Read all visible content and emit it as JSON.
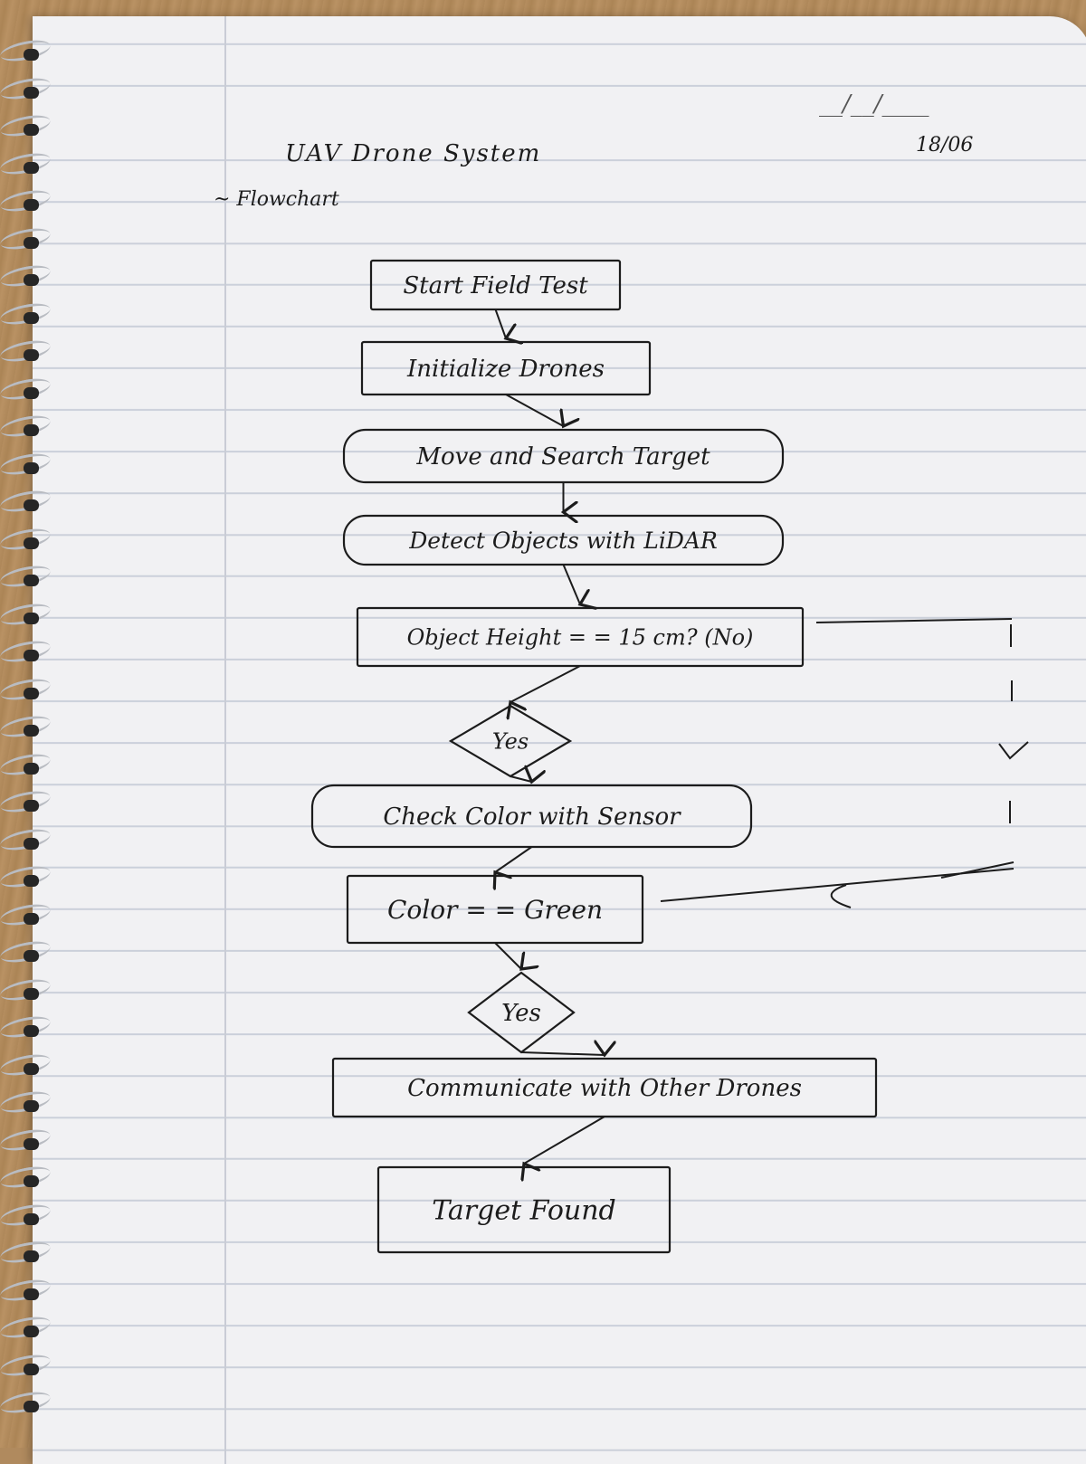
{
  "page": {
    "title": "UAV Drone System",
    "subtitle": "~ Flowchart",
    "date": "18/06",
    "date_placeholder": "__/__/____"
  },
  "nodes": [
    {
      "id": "start",
      "label": "Start Field Test",
      "shape": "rect"
    },
    {
      "id": "init",
      "label": "Initialize Drones",
      "shape": "rect"
    },
    {
      "id": "move",
      "label": "Move and Search Target",
      "shape": "rounded"
    },
    {
      "id": "detect",
      "label": "Detect Objects with LiDAR",
      "shape": "rounded"
    },
    {
      "id": "height",
      "label": "Object Height = = 15 cm? (No)",
      "shape": "rect"
    },
    {
      "id": "yes1",
      "label": "Yes",
      "shape": "diamond"
    },
    {
      "id": "color_check",
      "label": "Check Color with Sensor",
      "shape": "rounded"
    },
    {
      "id": "color_eq",
      "label": "Color = = Green",
      "shape": "rect"
    },
    {
      "id": "yes2",
      "label": "Yes",
      "shape": "diamond"
    },
    {
      "id": "communicate",
      "label": "Communicate with Other Drones",
      "shape": "rect"
    },
    {
      "id": "found",
      "label": "Target Found",
      "shape": "rect"
    }
  ],
  "edges": [
    {
      "from": "start",
      "to": "init"
    },
    {
      "from": "init",
      "to": "move"
    },
    {
      "from": "move",
      "to": "detect"
    },
    {
      "from": "detect",
      "to": "height"
    },
    {
      "from": "height",
      "to": "yes1"
    },
    {
      "from": "yes1",
      "to": "color_check"
    },
    {
      "from": "color_check",
      "to": "color_eq"
    },
    {
      "from": "color_eq",
      "to": "yes2"
    },
    {
      "from": "yes2",
      "to": "communicate"
    },
    {
      "from": "communicate",
      "to": "found"
    },
    {
      "from": "height",
      "to": "color_eq",
      "note": "No branch loops down the right side"
    }
  ],
  "colors": {
    "ink": "#1c1c1c",
    "paper": "#f1f1f3",
    "rule": "#cbd0da",
    "desk": "#b08a5e"
  }
}
